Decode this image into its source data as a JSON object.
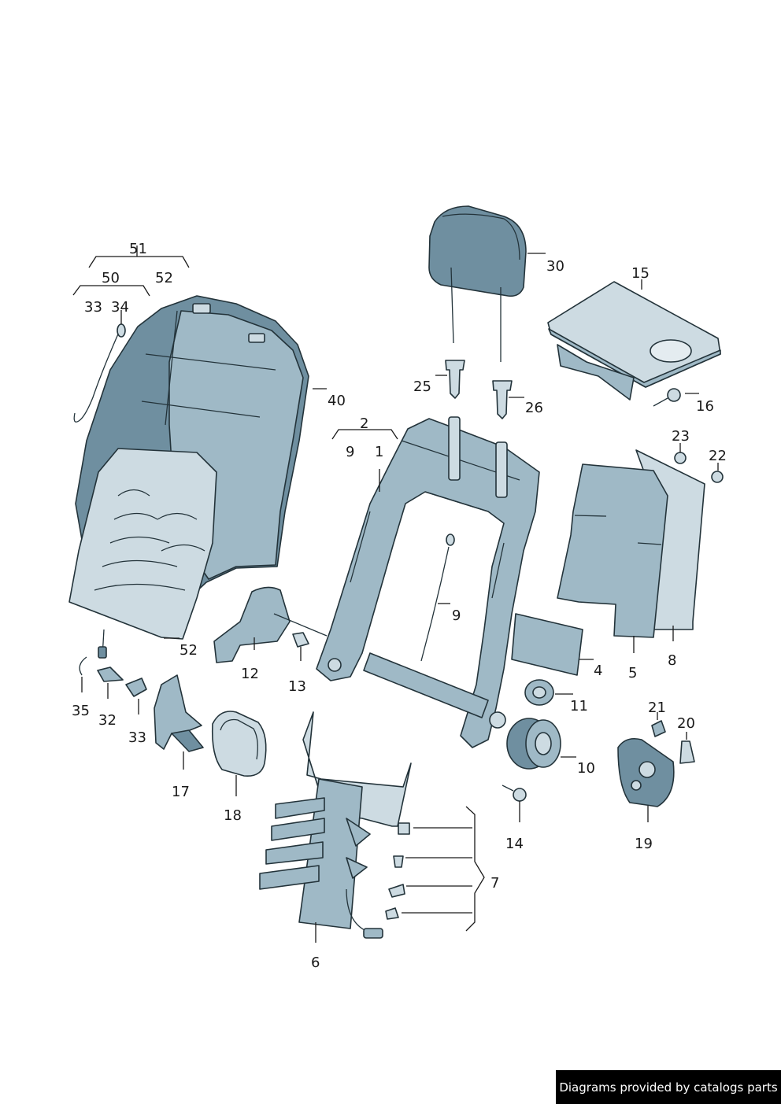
{
  "labels": {
    "l1": "1",
    "l2": "2",
    "l4": "4",
    "l5": "5",
    "l6": "6",
    "l7": "7",
    "l8": "8",
    "l9a": "9",
    "l9b": "9",
    "l10": "10",
    "l11": "11",
    "l12": "12",
    "l13": "13",
    "l14": "14",
    "l15": "15",
    "l16": "16",
    "l17": "17",
    "l18": "18",
    "l19": "19",
    "l20": "20",
    "l21": "21",
    "l22": "22",
    "l23": "23",
    "l25": "25",
    "l26": "26",
    "l30": "30",
    "l32": "32",
    "l33a": "33",
    "l33b": "33",
    "l34": "34",
    "l35": "35",
    "l40": "40",
    "l50": "50",
    "l51": "51",
    "l52a": "52",
    "l52b": "52"
  },
  "credit": "Diagrams provided by catalogs parts",
  "colors": {
    "part_fill": "#9fb9c6",
    "part_dark": "#6f8fa0",
    "outline": "#23333a"
  }
}
